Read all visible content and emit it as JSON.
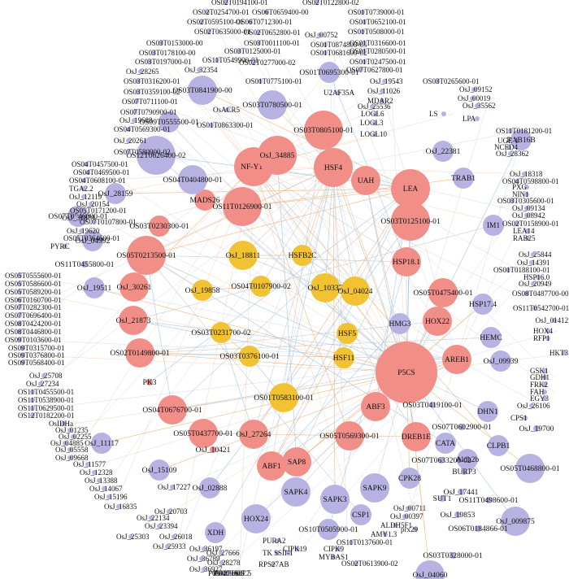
{
  "colors": {
    "red": "#f08e87",
    "yellow": "#f1c232",
    "purple": "#b8b2e2",
    "edge_orange": "#f4b07a",
    "edge_blue": "#9fc4e8",
    "edge_gray": "#c9c9c9"
  },
  "nodes": [
    {
      "id": "P5CS",
      "label": "P5CS",
      "color": "red",
      "size": "xl"
    },
    {
      "id": "NF-Y18",
      "label": "NF-Y18",
      "color": "red",
      "size": "l"
    },
    {
      "id": "OsJ_34885",
      "label": "OsJ_34885",
      "color": "red",
      "size": "l"
    },
    {
      "id": "OS03T0805100-01",
      "label": "OS03T0805100-01",
      "color": "red",
      "size": "l"
    },
    {
      "id": "HSF4",
      "label": "HSF4",
      "color": "red",
      "size": "l"
    },
    {
      "id": "UAH",
      "label": "UAH",
      "color": "red",
      "size": "m"
    },
    {
      "id": "LEA",
      "label": "LEA",
      "color": "red",
      "size": "l"
    },
    {
      "id": "MADS26",
      "label": "MADS26",
      "color": "red",
      "size": "s"
    },
    {
      "id": "OS11T0126900-01",
      "label": "OS11T0126900-01",
      "color": "red",
      "size": "l"
    },
    {
      "id": "OS03T0230300-01",
      "label": "OS03T0230300-01",
      "color": "red",
      "size": "s"
    },
    {
      "id": "OS03T0125100-01",
      "label": "OS03T0125100-01",
      "color": "red",
      "size": "l"
    },
    {
      "id": "OS05T0213500-01",
      "label": "OS05T0213500-01",
      "color": "red",
      "size": "l"
    },
    {
      "id": "HSP18.1",
      "label": "HSP18.1",
      "color": "red",
      "size": "m"
    },
    {
      "id": "OsJ_30261",
      "label": "OsJ_30261",
      "color": "red",
      "size": "m"
    },
    {
      "id": "OS05T0475400-01",
      "label": "OS05T0475400-01",
      "color": "red",
      "size": "m"
    },
    {
      "id": "OsJ_21873",
      "label": "OsJ_21873",
      "color": "red",
      "size": "m"
    },
    {
      "id": "HOX22",
      "label": "HOX22",
      "color": "red",
      "size": "m"
    },
    {
      "id": "OS02T0149800-01",
      "label": "OS02T0149800-01",
      "color": "red",
      "size": "m"
    },
    {
      "id": "AREB1",
      "label": "AREB1",
      "color": "red",
      "size": "m"
    },
    {
      "id": "PK3",
      "label": "PK3",
      "color": "red",
      "size": "xs"
    },
    {
      "id": "ABF3",
      "label": "ABF3",
      "color": "red",
      "size": "m"
    },
    {
      "id": "OS04T0676700-01",
      "label": "OS04T0676700-01",
      "color": "red",
      "size": "m"
    },
    {
      "id": "OS05T0437700-01",
      "label": "OS05T0437700-01",
      "color": "red",
      "size": "m"
    },
    {
      "id": "OsJ_27264",
      "label": "OsJ_27264",
      "color": "red",
      "size": "m"
    },
    {
      "id": "OS05T0569300-01",
      "label": "OS05T0569300-01",
      "color": "red",
      "size": "m"
    },
    {
      "id": "DREB1E",
      "label": "DREB1E",
      "color": "red",
      "size": "m"
    },
    {
      "id": "OsJ_10421",
      "label": "OsJ_10421",
      "color": "red",
      "size": "xs"
    },
    {
      "id": "ABF1",
      "label": "ABF1",
      "color": "red",
      "size": "m"
    },
    {
      "id": "SAP8",
      "label": "SAP8",
      "color": "red",
      "size": "m"
    },
    {
      "id": "OsJ_18811",
      "label": "OsJ_18811",
      "color": "yellow",
      "size": "m"
    },
    {
      "id": "HSFB2C",
      "label": "HSFB2C",
      "color": "yellow",
      "size": "s"
    },
    {
      "id": "OsJ_10337",
      "label": "OsJ_10337",
      "color": "yellow",
      "size": "m"
    },
    {
      "id": "OsJ_19858",
      "label": "OsJ_19858",
      "color": "yellow",
      "size": "s"
    },
    {
      "id": "OS04T0107900-02",
      "label": "OS04T0107900-02",
      "color": "yellow",
      "size": "s"
    },
    {
      "id": "OsJ_04024",
      "label": "OsJ_04024",
      "color": "yellow",
      "size": "m"
    },
    {
      "id": "OS03T0231700-02",
      "label": "OS03T0231700-02",
      "color": "yellow",
      "size": "s"
    },
    {
      "id": "HSF5",
      "label": "HSF5",
      "color": "yellow",
      "size": "s"
    },
    {
      "id": "OS03T0376100-01",
      "label": "OS03T0376100-01",
      "color": "yellow",
      "size": "s"
    },
    {
      "id": "HSF11",
      "label": "HSF11",
      "color": "yellow",
      "size": "s"
    },
    {
      "id": "OS01T0583100-01",
      "label": "OS01T0583100-01",
      "color": "yellow",
      "size": "m"
    },
    {
      "id": "OS12T0626400-02",
      "label": "OS12T0626400-02",
      "color": "purple",
      "size": "l"
    },
    {
      "id": "OS04T0404800-01",
      "label": "OS04T0404800-01",
      "color": "purple",
      "size": "m"
    },
    {
      "id": "OsJ_28159",
      "label": "OsJ_28159",
      "color": "purple",
      "size": "s"
    },
    {
      "id": "OS07T0546000-01",
      "label": "OS07T0546000-01",
      "color": "purple",
      "size": "s"
    },
    {
      "id": "OsJ_04992",
      "label": "OsJ_04992",
      "color": "purple",
      "size": "s"
    },
    {
      "id": "OsJ_19511",
      "label": "OsJ_19511",
      "color": "purple",
      "size": "s"
    },
    {
      "id": "OS11T0455800-01",
      "label": "OS11T0455800-01",
      "color": "purple",
      "size": "xs"
    },
    {
      "id": "OS03T0780500-01",
      "label": "OS03T0780500-01",
      "color": "purple",
      "size": "m"
    },
    {
      "id": "OS09T0555500-01",
      "label": "OS09T0555500-01",
      "color": "purple",
      "size": "s"
    },
    {
      "id": "OS03T0841900-00",
      "label": "OS03T0841900-00",
      "color": "purple",
      "size": "m"
    },
    {
      "id": "OS01T0695300-01",
      "label": "OS01T0695300-01",
      "color": "purple",
      "size": "s"
    },
    {
      "id": "OsJ_22381",
      "label": "OsJ_22381",
      "color": "purple",
      "size": "s"
    },
    {
      "id": "RAB16B",
      "label": "RAB16B",
      "color": "purple",
      "size": "s"
    },
    {
      "id": "TRAB1",
      "label": "TRAB1",
      "color": "purple",
      "size": "s"
    },
    {
      "id": "IM1",
      "label": "IM1",
      "color": "purple",
      "size": "s"
    },
    {
      "id": "HMG3",
      "label": "HMG3",
      "color": "purple",
      "size": "s"
    },
    {
      "id": "HSP17.4",
      "label": "HSP17.4",
      "color": "purple",
      "size": "s"
    },
    {
      "id": "HEMC",
      "label": "HEMC",
      "color": "purple",
      "size": "s"
    },
    {
      "id": "OsJ_09939",
      "label": "OsJ_09939",
      "color": "purple",
      "size": "s"
    },
    {
      "id": "DHN1",
      "label": "DHN1",
      "color": "purple",
      "size": "s"
    },
    {
      "id": "OS03T0419100-01",
      "label": "OS03T0419100-01",
      "color": "purple",
      "size": "xs"
    },
    {
      "id": "OS07T0602900-01",
      "label": "OS07T0602900-01",
      "color": "purple",
      "size": "xs"
    },
    {
      "id": "OsJ_19700",
      "label": "OsJ_19700",
      "color": "purple",
      "size": "xs"
    },
    {
      "id": "CATA",
      "label": "CATA",
      "color": "purple",
      "size": "s"
    },
    {
      "id": "CLPB1",
      "label": "CLPB1",
      "color": "purple",
      "size": "s"
    },
    {
      "id": "Aldh2b",
      "label": "Aldh2b",
      "color": "purple",
      "size": "s"
    },
    {
      "id": "BURP3",
      "label": "BURP3",
      "color": "purple",
      "size": "xs"
    },
    {
      "id": "OS05T0468800-01",
      "label": "OS05T0468800-01",
      "color": "purple",
      "size": "m"
    },
    {
      "id": "OS07T0633200-02",
      "label": "OS07T0633200-02",
      "color": "purple",
      "size": "xs"
    },
    {
      "id": "CPK28",
      "label": "CPK28",
      "color": "purple",
      "size": "s"
    },
    {
      "id": "OS11T0498600-01",
      "label": "OS11T0498600-01",
      "color": "purple",
      "size": "xs"
    },
    {
      "id": "SAPK9",
      "label": "SAPK9",
      "color": "purple",
      "size": "m"
    },
    {
      "id": "OsJ_17441",
      "label": "OsJ_17441",
      "color": "purple",
      "size": "xs"
    },
    {
      "id": "SUT1",
      "label": "SUT1",
      "color": "purple",
      "size": "xs"
    },
    {
      "id": "OsJ_009875",
      "label": "OsJ_009875",
      "color": "purple",
      "size": "m"
    },
    {
      "id": "OS06T0184866-01",
      "label": "OS06T0184866-01",
      "color": "purple",
      "size": "xs"
    },
    {
      "id": "OsJ_19853",
      "label": "OsJ_19853",
      "color": "purple",
      "size": "xs"
    },
    {
      "id": "CSP1",
      "label": "CSP1",
      "color": "purple",
      "size": "s"
    },
    {
      "id": "SAPK3",
      "label": "SAPK3",
      "color": "purple",
      "size": "m"
    },
    {
      "id": "SAPK4",
      "label": "SAPK4",
      "color": "purple",
      "size": "m"
    },
    {
      "id": "HOX24",
      "label": "HOX24",
      "color": "purple",
      "size": "m"
    },
    {
      "id": "XDH",
      "label": "XDH",
      "color": "purple",
      "size": "s"
    },
    {
      "id": "OsJ_02888",
      "label": "OsJ_02888",
      "color": "purple",
      "size": "s"
    },
    {
      "id": "OsJ_15109",
      "label": "OsJ_15109",
      "color": "purple",
      "size": "s"
    },
    {
      "id": "OsJ_11117",
      "label": "OsJ_11117",
      "color": "purple",
      "size": "s"
    },
    {
      "id": "OS10T0505900-01",
      "label": "OS10T0505900-01",
      "color": "purple",
      "size": "s"
    },
    {
      "id": "OS03T0328000-01",
      "label": "OS03T0328000-01",
      "color": "purple",
      "size": "xs"
    },
    {
      "id": "OsJ_04060",
      "label": "OsJ_04060",
      "color": "purple",
      "size": "m"
    }
  ],
  "edges": [
    [
      "P5CS",
      "LEA"
    ],
    [
      "P5CS",
      "HSF4"
    ],
    [
      "P5CS",
      "NF-Y18"
    ],
    [
      "P5CS",
      "OS05T0213500-01"
    ],
    [
      "P5CS",
      "OS02T0149800-01"
    ],
    [
      "P5CS",
      "OS04T0676700-01"
    ],
    [
      "P5CS",
      "ABF1"
    ],
    [
      "P5CS",
      "SAP8"
    ],
    [
      "P5CS",
      "AREB1"
    ],
    [
      "P5CS",
      "HOX22"
    ],
    [
      "P5CS",
      "OS05T0475400-01"
    ],
    [
      "P5CS",
      "HSP18.1"
    ],
    [
      "P5CS",
      "OS03T0125100-01"
    ],
    [
      "P5CS",
      "UAH"
    ],
    [
      "P5CS",
      "OS03T0805100-01"
    ],
    [
      "P5CS",
      "OS12T0626400-02"
    ],
    [
      "P5CS",
      "OsJ_04060"
    ],
    [
      "P5CS",
      "SAPK4"
    ],
    [
      "P5CS",
      "HOX24"
    ],
    [
      "P5CS",
      "OS05T0468800-01"
    ],
    [
      "P5CS",
      "DHN1"
    ],
    [
      "P5CS",
      "OsJ_009875"
    ],
    [
      "P5CS",
      "OsJ_19511"
    ],
    [
      "P5CS",
      "OS04T0404800-01"
    ],
    [
      "P5CS",
      "OsJ_21873"
    ],
    [
      "P5CS",
      "OsJ_11117"
    ],
    [
      "P5CS",
      "OS09T0555500-01"
    ],
    [
      "P5CS",
      "RAB16B"
    ],
    [
      "P5CS",
      "CPK28"
    ],
    [
      "P5CS",
      "SAPK9"
    ],
    [
      "LEA",
      "HSF4"
    ],
    [
      "LEA",
      "OS11T0126900-01"
    ],
    [
      "LEA",
      "NF-Y18"
    ],
    [
      "LEA",
      "ABF3"
    ],
    [
      "LEA",
      "OS05T0213500-01"
    ],
    [
      "LEA",
      "OS04T0676700-01"
    ],
    [
      "LEA",
      "OS12T0626400-02"
    ],
    [
      "LEA",
      "OsJ_28159"
    ],
    [
      "HSF4",
      "OsJ_18811"
    ],
    [
      "HSF4",
      "OsJ_10337"
    ],
    [
      "HSF4",
      "OS05T0213500-01"
    ],
    [
      "HSF4",
      "HSF11"
    ],
    [
      "HSF4",
      "OsJ_04024"
    ],
    [
      "HSF4",
      "HSFB2C"
    ],
    [
      "HSF4",
      "OS04T0107900-02"
    ],
    [
      "HSF4",
      "OS01T0583100-01"
    ],
    [
      "NF-Y18",
      "OsJ_30261"
    ],
    [
      "NF-Y18",
      "HSP18.1"
    ],
    [
      "NF-Y18",
      "OsJ_34885"
    ],
    [
      "NF-Y18",
      "OS05T0569300-01"
    ],
    [
      "OS05T0213500-01",
      "HSP18.1"
    ],
    [
      "OS05T0213500-01",
      "OS04T0676700-01"
    ],
    [
      "OS05T0213500-01",
      "OsJ_19858"
    ],
    [
      "OS02T0149800-01",
      "HOX22"
    ],
    [
      "OS02T0149800-01",
      "OS03T0376100-01"
    ],
    [
      "OS02T0149800-01",
      "AREB1"
    ],
    [
      "ABF1",
      "OS03T0805100-01"
    ],
    [
      "ABF1",
      "LEA"
    ],
    [
      "ABF1",
      "HSF5"
    ],
    [
      "AREB1",
      "OS04T0676700-01"
    ],
    [
      "AREB1",
      "OsJ_21873"
    ],
    [
      "AREB1",
      "ABF3"
    ],
    [
      "SAP8",
      "OS03T0125100-01"
    ],
    [
      "SAP8",
      "OsJ_34885"
    ],
    [
      "OsJ_27264",
      "LEA"
    ],
    [
      "OsJ_27264",
      "HSF4"
    ],
    [
      "OsJ_27264",
      "OS03T0231700-02"
    ],
    [
      "DREB1E",
      "OS05T0437700-01"
    ],
    [
      "DREB1E",
      "NF-Y18"
    ],
    [
      "DREB1E",
      "UAH"
    ],
    [
      "OsJ_18811",
      "HSFB2C"
    ],
    [
      "OsJ_18811",
      "OsJ_10337"
    ],
    [
      "OsJ_10337",
      "OsJ_04024"
    ],
    [
      "OsJ_19858",
      "OS04T0107900-02"
    ],
    [
      "HSF11",
      "HSF5"
    ],
    [
      "OS03T0376100-01",
      "OS01T0583100-01"
    ],
    [
      "OS03T0231700-02",
      "OS03T0376100-01"
    ],
    [
      "OS01T0583100-01",
      "HSF11"
    ],
    [
      "HSFB2C",
      "OsJ_04024"
    ],
    [
      "OS03T0841900-00",
      "LEA"
    ],
    [
      "OS03T0780500-01",
      "HSF4"
    ],
    [
      "OS01T0695300-01",
      "HSP18.1"
    ],
    [
      "TRAB1",
      "OS11T0126900-01"
    ],
    [
      "IM1",
      "OsJ_21873"
    ],
    [
      "HMG3",
      "ABF1"
    ],
    [
      "HSP17.4",
      "SAP8"
    ],
    [
      "HEMC",
      "OS02T0149800-01"
    ],
    [
      "CATA",
      "OS05T0213500-01"
    ],
    [
      "CLPB1",
      "NF-Y18"
    ],
    [
      "XDH",
      "LEA"
    ],
    [
      "OsJ_02888",
      "OS03T0125100-01"
    ],
    [
      "SAPK3",
      "HSF4"
    ],
    [
      "CSP1",
      "OS05T0213500-01"
    ],
    [
      "OS10T0505900-01",
      "HSP18.1"
    ],
    [
      "OsJ_15109",
      "AREB1"
    ],
    [
      "MADS26",
      "P5CS"
    ],
    [
      "PK3",
      "LEA"
    ]
  ],
  "labels": [
    "OS02T0194100-01",
    "OS02T0122800-02",
    "OS02T0254700-01",
    "OS06T0659400-00",
    "OS01T0739000-01",
    "OS02T0595100-01",
    "OS06T0712300-01",
    "OS01T0652100-01",
    "OS02T0635000-01",
    "OS02T0652800-01",
    "OsJ_00752",
    "OS01T0508000-01",
    "OS03T0153000-00",
    "OS03T0011100-01",
    "OS01T0874800-03",
    "OS01T0316600-01",
    "OS03T0178100-00",
    "OS03T0125000-01",
    "OS01T0681600-02",
    "OS01T0280500-01",
    "OS03T0197000-01",
    "OS11T0549900-01",
    "OS01T0247500-01",
    "OsJ_28265",
    "OsJ_32354",
    "OS07T0627800-01",
    "OS03T0316200-01",
    "OS02T0277000-02",
    "OsJ_19543",
    "OS03T0265600-01",
    "OS03T0359100-02",
    "OS01T0775100-01",
    "OsJ_11026",
    "OsJ_09152",
    "OS07T0711100-01",
    "U2AF35A",
    "MDAR2",
    "OsJ_00019",
    "OsJ_19688",
    "OsJ_25536",
    "OsJ_35562",
    "OS07T0790900-01",
    "OsACR5",
    "LOGL6",
    "LS",
    "LPA",
    "OS04T0569300-01",
    "OsJ_20261",
    "OS01T0863300-01",
    "LOGL3",
    "OS11T0181200-01",
    "OS07T0580900-02",
    "LOGL10",
    "UGE-1",
    "NCED4",
    "OsJ_28362",
    "OS04T0457500-01",
    "OS04T0469500-01",
    "OS04T0608100-01",
    "TGA2.2",
    "OsJ_12119",
    "OsJ_20154",
    "OS05T0171200-01",
    "OsJ_31879",
    "OS07T0107800-01",
    "OsJ_19620",
    "OS05T0364600-01",
    "PYRC",
    "OsJ_18318",
    "OS04T0598800-01",
    "PXG",
    "NIN1",
    "OS03T0305600-01",
    "OsJ_09134",
    "OsJ_08942",
    "OS02T0158900-01",
    "LEA14",
    "RAB25",
    "OS05T0555600-01",
    "OS05T0586600-01",
    "OS05T0589200-01",
    "OS06T0160700-01",
    "OS07T0282300-01",
    "OS07T0696400-01",
    "OS08T0424200-01",
    "OS08T0446800-01",
    "OS09T0103600-01",
    "OS09T0315700-01",
    "OS09T0376800-01",
    "OS09T0568400-01",
    "OsJ_25708",
    "OsJ_27234",
    "OS11T0455500-01",
    "OS11T0538900-01",
    "OS11T0629500-01",
    "OS12T0182200-01",
    "OsIDHa",
    "OsJ_01235",
    "OsJ_02255",
    "OsJ_04885",
    "OsJ_05558",
    "OsJ_09668",
    "OsJ_25844",
    "OsJ_14391",
    "OS01T0188100-01",
    "HSP16.0",
    "OsJ_20949",
    "OS08T0487700-00",
    "OS11T0542700-01",
    "OsJ_01412",
    "HOX4",
    "RFP1",
    "HKT3",
    "GSK1",
    "GDH1",
    "FRK2",
    "FAH",
    "EGY3",
    "OsJ_26106",
    "CPS1",
    "OsJ_11577",
    "OsJ_12328",
    "OsJ_13388",
    "OsJ_14067",
    "OsJ_15196",
    "OsJ_16835",
    "OsJ_17227",
    "OsJ_20703",
    "OsJ_22134",
    "OsJ_23394",
    "OsJ_26018",
    "OsJ_25303",
    "OsJ_25933",
    "OsJ_27666",
    "OsJ_28278",
    "OsJ_36197",
    "OsJ_36789",
    "OsJ_36927",
    "P0431H09.7",
    "P0592B08.6",
    "P0409A07.5",
    "TK",
    "SSII-1",
    "PURA2",
    "RPS27AB",
    "CIPK19",
    "CIPK9",
    "MYBAS1",
    "OS11T0137600-01",
    "OS02T0613900-02",
    "ALDH5F1",
    "AMY1.3",
    "prx29",
    "OsJ_00711",
    "OsJ_00397"
  ]
}
